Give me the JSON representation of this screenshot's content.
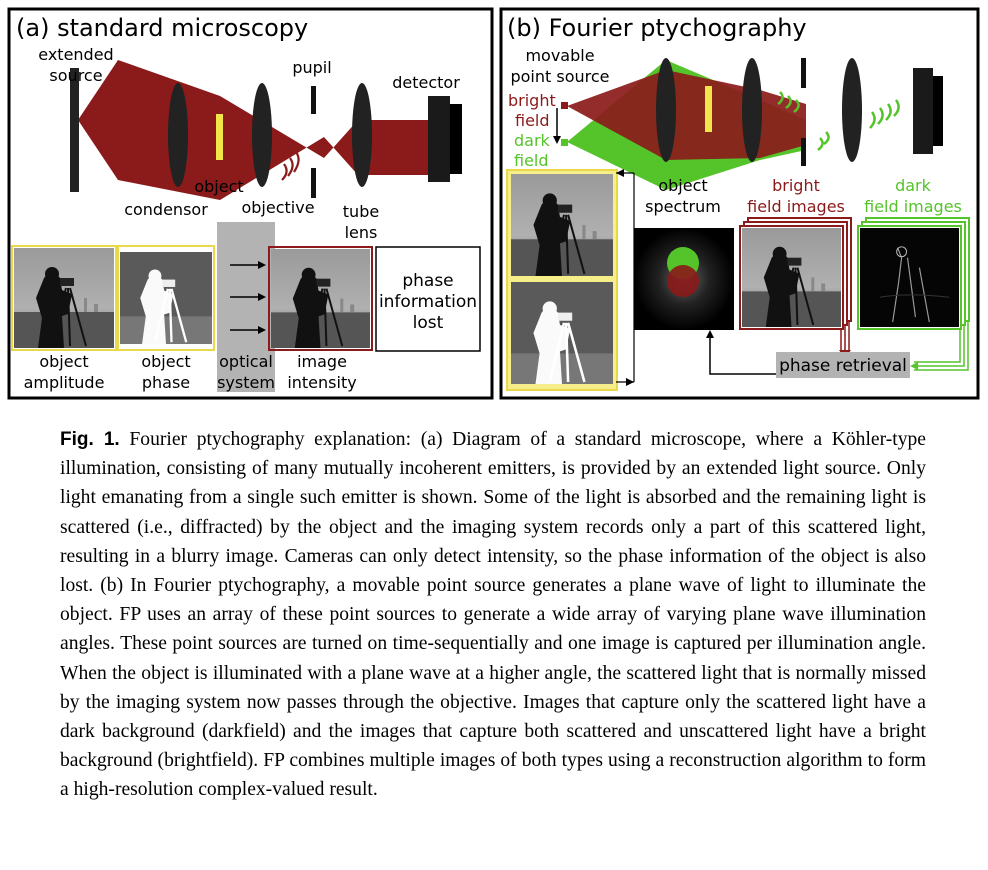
{
  "panel_a": {
    "title": "(a) standard microscopy",
    "labels": {
      "extended_source_1": "extended",
      "extended_source_2": "source",
      "pupil": "pupil",
      "detector": "detector",
      "object": "object",
      "condensor": "condensor",
      "objective": "objective",
      "tube_1": "tube",
      "tube_2": "lens"
    },
    "captions": {
      "amp_1": "object",
      "amp_2": "amplitude",
      "phase_1": "object",
      "phase_2": "phase",
      "optical_1": "optical",
      "optical_2": "system",
      "intensity_1": "image",
      "intensity_2": "intensity"
    },
    "lost_box": [
      "phase",
      "information",
      "lost"
    ]
  },
  "panel_b": {
    "title": "(b) Fourier ptychography",
    "labels": {
      "movable_1": "movable",
      "movable_2": "point source",
      "bright_1": "bright",
      "bright_2": "field",
      "dark_1": "dark",
      "dark_2": "field",
      "spectrum_1": "object",
      "spectrum_2": "spectrum",
      "bf_images_1": "bright",
      "bf_images_2": "field images",
      "df_images_1": "dark",
      "df_images_2": "field images",
      "phase_retrieval": "phase retrieval"
    }
  },
  "colors": {
    "beam_red": "#8b1a1a",
    "beam_green": "#55c42a",
    "highlight_yellow": "#f0e64a",
    "box_red": "#8b1a1a",
    "optical_gray": "#b3b3b3"
  },
  "caption": {
    "fig_label": "Fig. 1.",
    "text": "Fourier ptychography explanation: (a) Diagram of a standard microscope, where a Köhler-type illumination, consisting of many mutually incoherent emitters, is provided by an extended light source. Only light emanating from a single such emitter is shown. Some of the light is absorbed and the remaining light is scattered (i.e., diffracted) by the object and the imaging system records only a part of this scattered light, resulting in a blurry image. Cameras can only detect intensity, so the phase information of the object is also lost. (b) In Fourier ptychography, a movable point source generates a plane wave of light to illuminate the object. FP uses an array of these point sources to generate a wide array of varying plane wave illumination angles. These point sources are turned on time-sequentially and one image is captured per illumination angle. When the object is illuminated with a plane wave at a higher angle, the scattered light that is normally missed by the imaging system now passes through the objective. Images that capture only the scattered light have a dark background (darkfield) and the images that capture both scattered and unscattered light have a bright background (brightfield). FP combines multiple images of both types using a reconstruction algorithm to form a high-resolution complex-valued result."
  }
}
